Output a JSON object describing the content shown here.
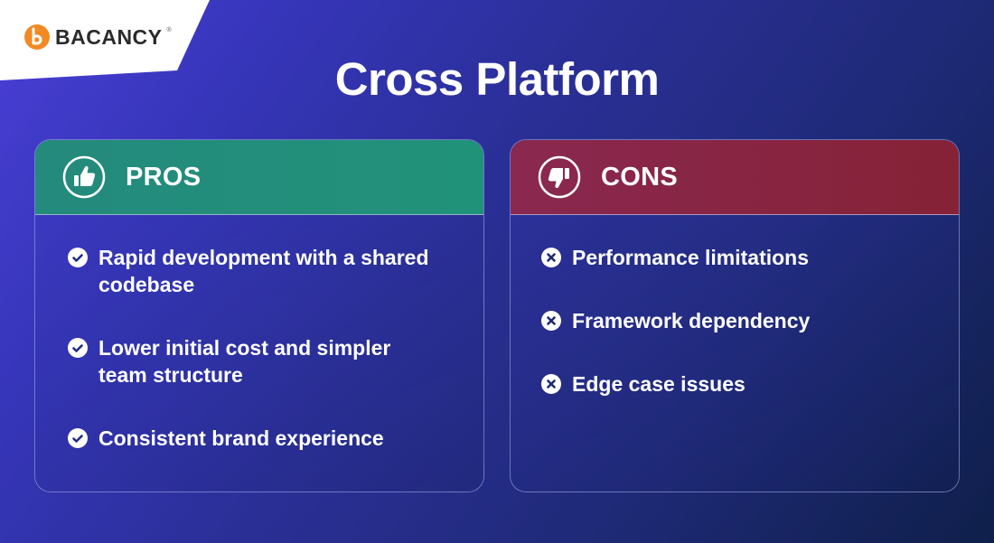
{
  "brand": {
    "name": "BACANCY",
    "registered_mark": "®",
    "logo_color": "#f08a24"
  },
  "title": "Cross Platform",
  "pros": {
    "label": "PROS",
    "icon": "thumbs-up-icon",
    "header_color": "#21907b",
    "items": [
      {
        "text": "Rapid development with a shared codebase",
        "icon": "check-circle-icon"
      },
      {
        "text": "Lower initial cost and simpler team structure",
        "icon": "check-circle-icon"
      },
      {
        "text": "Consistent brand experience",
        "icon": "check-circle-icon"
      }
    ]
  },
  "cons": {
    "label": "CONS",
    "icon": "thumbs-down-icon",
    "header_color": "#882545",
    "items": [
      {
        "text": "Performance limitations",
        "icon": "x-circle-icon"
      },
      {
        "text": "Framework dependency",
        "icon": "x-circle-icon"
      },
      {
        "text": "Edge case issues",
        "icon": "x-circle-icon"
      }
    ]
  }
}
